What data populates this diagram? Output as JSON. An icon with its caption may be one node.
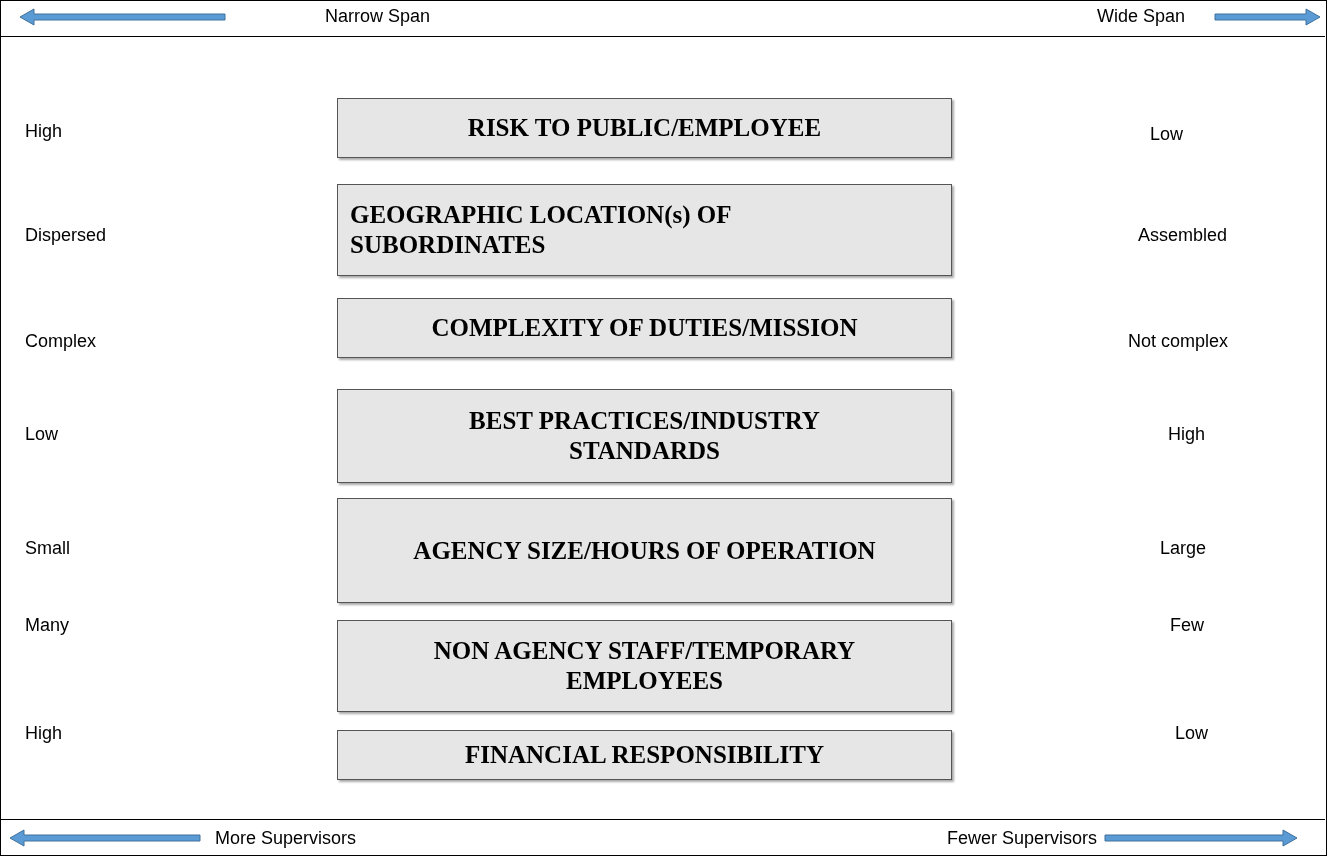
{
  "diagram": {
    "nodes": [
      {
        "text": [
          "RISK TO PUBLIC/EMPLOYEE"
        ]
      },
      {
        "text": [
          "GEOGRAPHIC LOCATION(s) OF SUBORDINATES"
        ]
      },
      {
        "text": [
          "COMPLEXITY OF DUTIES/MISSION"
        ]
      },
      {
        "text": [
          "BEST PRACTICES/INDUSTRY STANDARDS"
        ]
      },
      {
        "text": [
          "AGENCY SIZE/HOURS OF OPERATION"
        ]
      },
      {
        "text": [
          "NON AGENCY STAFF/TEMPORARY EMPLOYEES"
        ]
      },
      {
        "text": [
          "FINANCIAL RESPONSIBILITY"
        ]
      }
    ],
    "edges": [],
    "labels": [
      "Narrow Span",
      "Wide Span",
      "High",
      "Low",
      "Dispersed",
      "Assembled",
      "Complex",
      "Not complex",
      "Low",
      "High",
      "Small",
      "Large",
      "Many",
      "Few",
      "High",
      "Low",
      "More Supervisors",
      "Fewer Supervisors"
    ]
  }
}
